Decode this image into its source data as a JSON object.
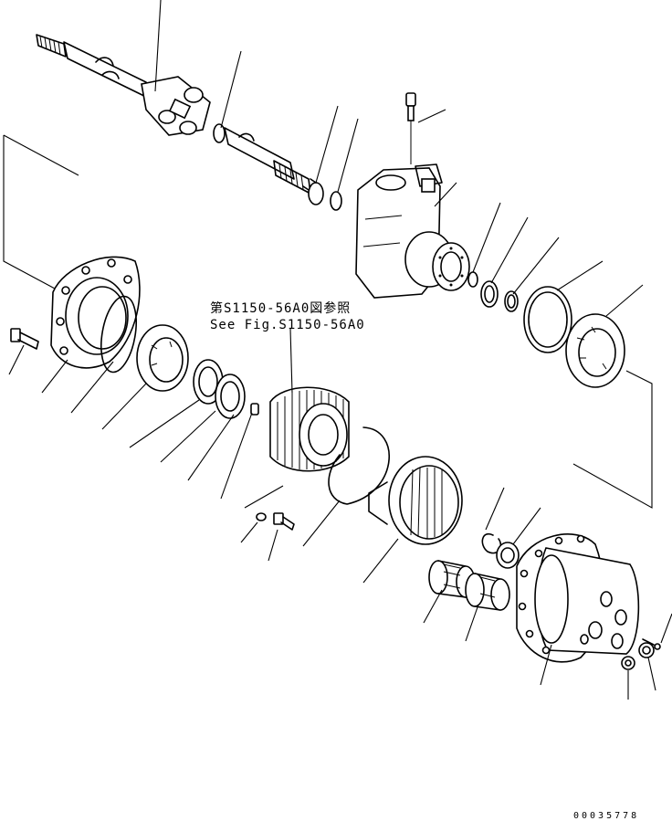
{
  "reference": {
    "line1": "第S1150-56A0図参照",
    "line2": "See Fig.S1150-56A0"
  },
  "drawing_id": "00035778"
}
